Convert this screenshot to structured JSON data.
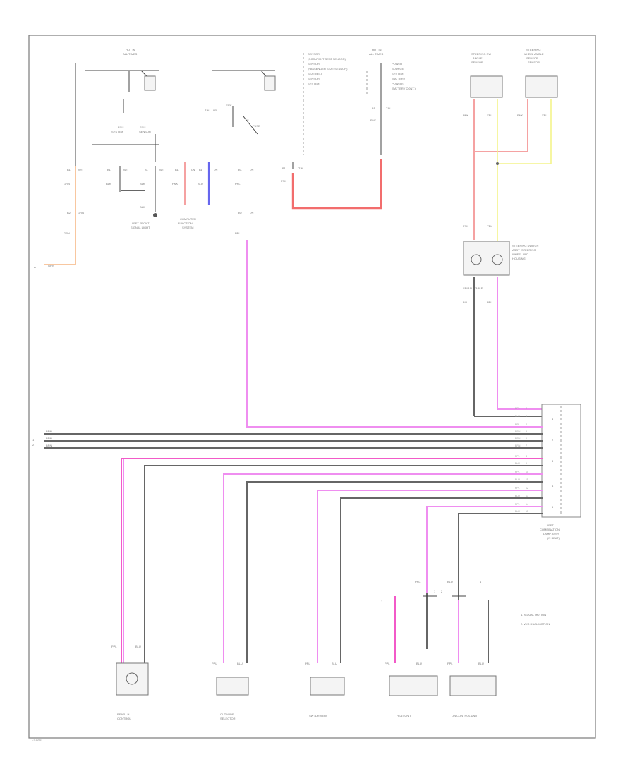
{
  "legend": {
    "item_1": "1. X-DUAL MOTION",
    "item_2": "2. W/O DUAL MOTION"
  },
  "components": {
    "gnd_left": "A",
    "left_center": "LEFT\nCOMBINATION\nLAMP ASSY\n(IN SEAT)",
    "bottom_1": "REAR LH\nCONTROL",
    "bottom_2": "CUT WIDE\nSELECTOR",
    "bottom_3": "SW (DRIVER)",
    "bottom_4": "HEAT UNIT",
    "bottom_5": "ON CONTROL UNIT"
  },
  "footer": {
    "code": "CT-1256"
  }
}
